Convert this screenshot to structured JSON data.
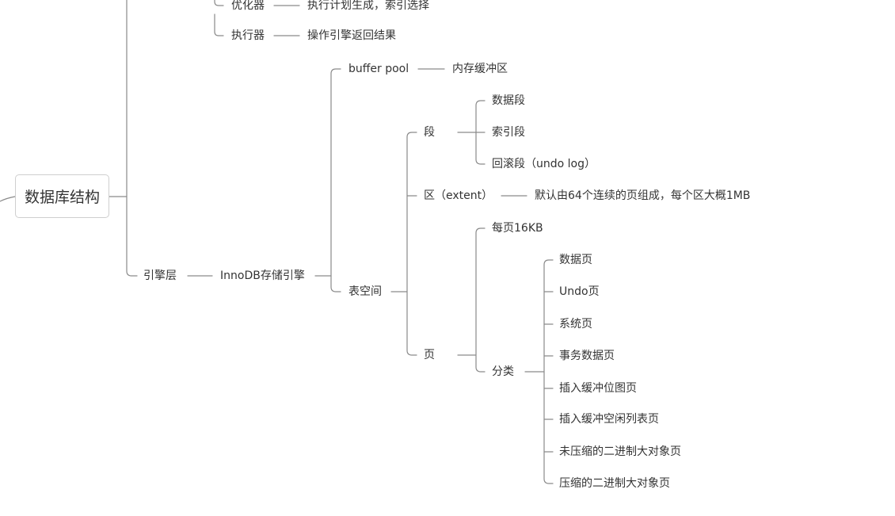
{
  "mindmap": {
    "root": "数据库结构",
    "server_layer": {
      "optimizer": "优化器",
      "optimizer_desc": "执行计划生成，索引选择",
      "executor": "执行器",
      "executor_desc": "操作引擎返回结果"
    },
    "engine_layer": {
      "label": "引擎层",
      "engine": "InnoDB存储引擎",
      "buffer_pool": "buffer pool",
      "buffer_pool_desc": "内存缓冲区",
      "tablespace": "表空间",
      "segment": {
        "label": "段",
        "items": [
          "数据段",
          "索引段",
          "回滚段（undo log）"
        ]
      },
      "extent": {
        "label": "区（extent）",
        "desc": "默认由64个连续的页组成，每个区大概1MB"
      },
      "page": {
        "label": "页",
        "size": "每页16KB",
        "category": "分类",
        "types": [
          "数据页",
          "Undo页",
          "系统页",
          "事务数据页",
          "插入缓冲位图页",
          "插入缓冲空闲列表页",
          "未压缩的二进制大对象页",
          "压缩的二进制大对象页"
        ]
      }
    }
  }
}
